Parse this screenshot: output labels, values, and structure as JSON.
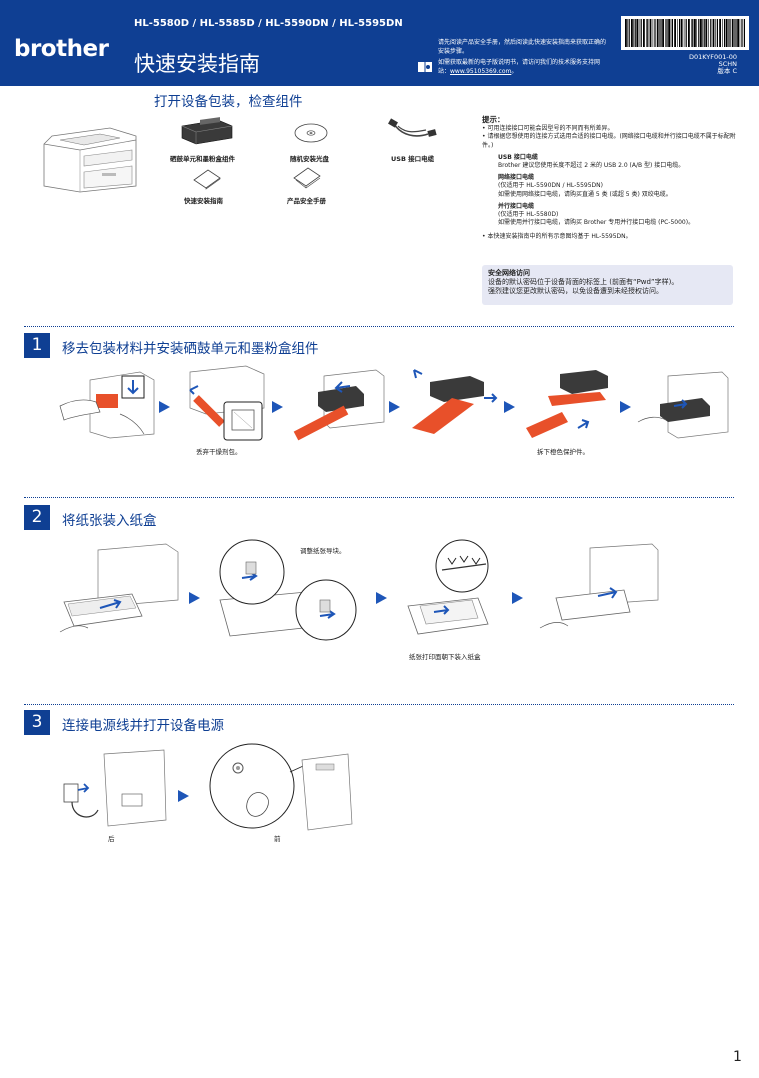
{
  "header": {
    "brand": "brother",
    "models": "HL-5580D / HL-5585D / HL-5590DN / HL-5595DN",
    "title": "快速安装指南",
    "note_read_first": "请先阅读产品安全手册，然后阅读此快速安装指南来获取正确的安装步骤。",
    "note_manual": "如需获取最新的电子版说明书，请访问我们的技术服务支持网站：",
    "support_link": "www.95105369.com",
    "support_link_suffix": "。",
    "doc_code": "D01KYF001-00",
    "lang_code": "SCHN",
    "version": "版本 C"
  },
  "unpack": {
    "title": "打开设备包装，检查组件",
    "items": [
      {
        "label": "硒鼓单元和墨粉盒组件",
        "icon": "drum-toner-icon"
      },
      {
        "label": "随机安装光盘",
        "icon": "cd-icon"
      },
      {
        "label": "USB 接口电缆",
        "icon": "usb-cable-icon"
      },
      {
        "label": "快速安装指南",
        "icon": "guide-book-icon"
      },
      {
        "label": "产品安全手册",
        "icon": "safety-manual-icon"
      }
    ]
  },
  "tips": {
    "heading": "提示：",
    "bullet1": "• 可用连接接口可能会因型号的不同而有所差异。",
    "bullet2": "• 请根据您想使用的连接方式选用合适的接口电缆。(网络接口电缆和并行接口电缆不属于标配附件。)",
    "usb_h": "USB 接口电缆",
    "usb_t": "Brother 建议您使用长度不超过 2 米的 USB 2.0 (A/B 型) 接口电缆。",
    "net_h": "网络接口电缆",
    "net_t1": "(仅适用于 HL-5590DN / HL-5595DN)",
    "net_t2": "如需使用网络接口电缆，请购买直通 5 类 (或超 5 类) 双绞电缆。",
    "par_h": "并行接口电缆",
    "par_t1": "(仅适用于 HL-5580D)",
    "par_t2": "如需使用并行接口电缆，请购买 Brother 专用并行接口电缆 (PC-5000)。",
    "bullet3": "• 本快速安装指南中的所有示意图均基于 HL-5595DN。"
  },
  "security": {
    "heading": "安全网络访问",
    "line1": "设备的默认密码位于设备背面的标签上 (前面有“Pwd”字样)。",
    "line2": "强烈建议您更改默认密码，以免设备遭到未经授权访问。"
  },
  "steps": [
    {
      "num": "1",
      "title": "移去包装材料并安装硒鼓单元和墨粉盒组件",
      "cap_a": "丢弃干燥剂包。",
      "cap_b": "拆下橙色保护件。"
    },
    {
      "num": "2",
      "title": "将纸张装入纸盒",
      "cap_a": "调整纸张导块。",
      "cap_b": "纸张打印面朝下装入纸盒"
    },
    {
      "num": "3",
      "title": "连接电源线并打开设备电源",
      "cap_a": "后",
      "cap_b": "前"
    }
  ],
  "page_number": "1",
  "colors": {
    "brand_blue": "#0f3f93",
    "accent_orange": "#e8502a",
    "arrow_blue": "#1e56b8"
  }
}
